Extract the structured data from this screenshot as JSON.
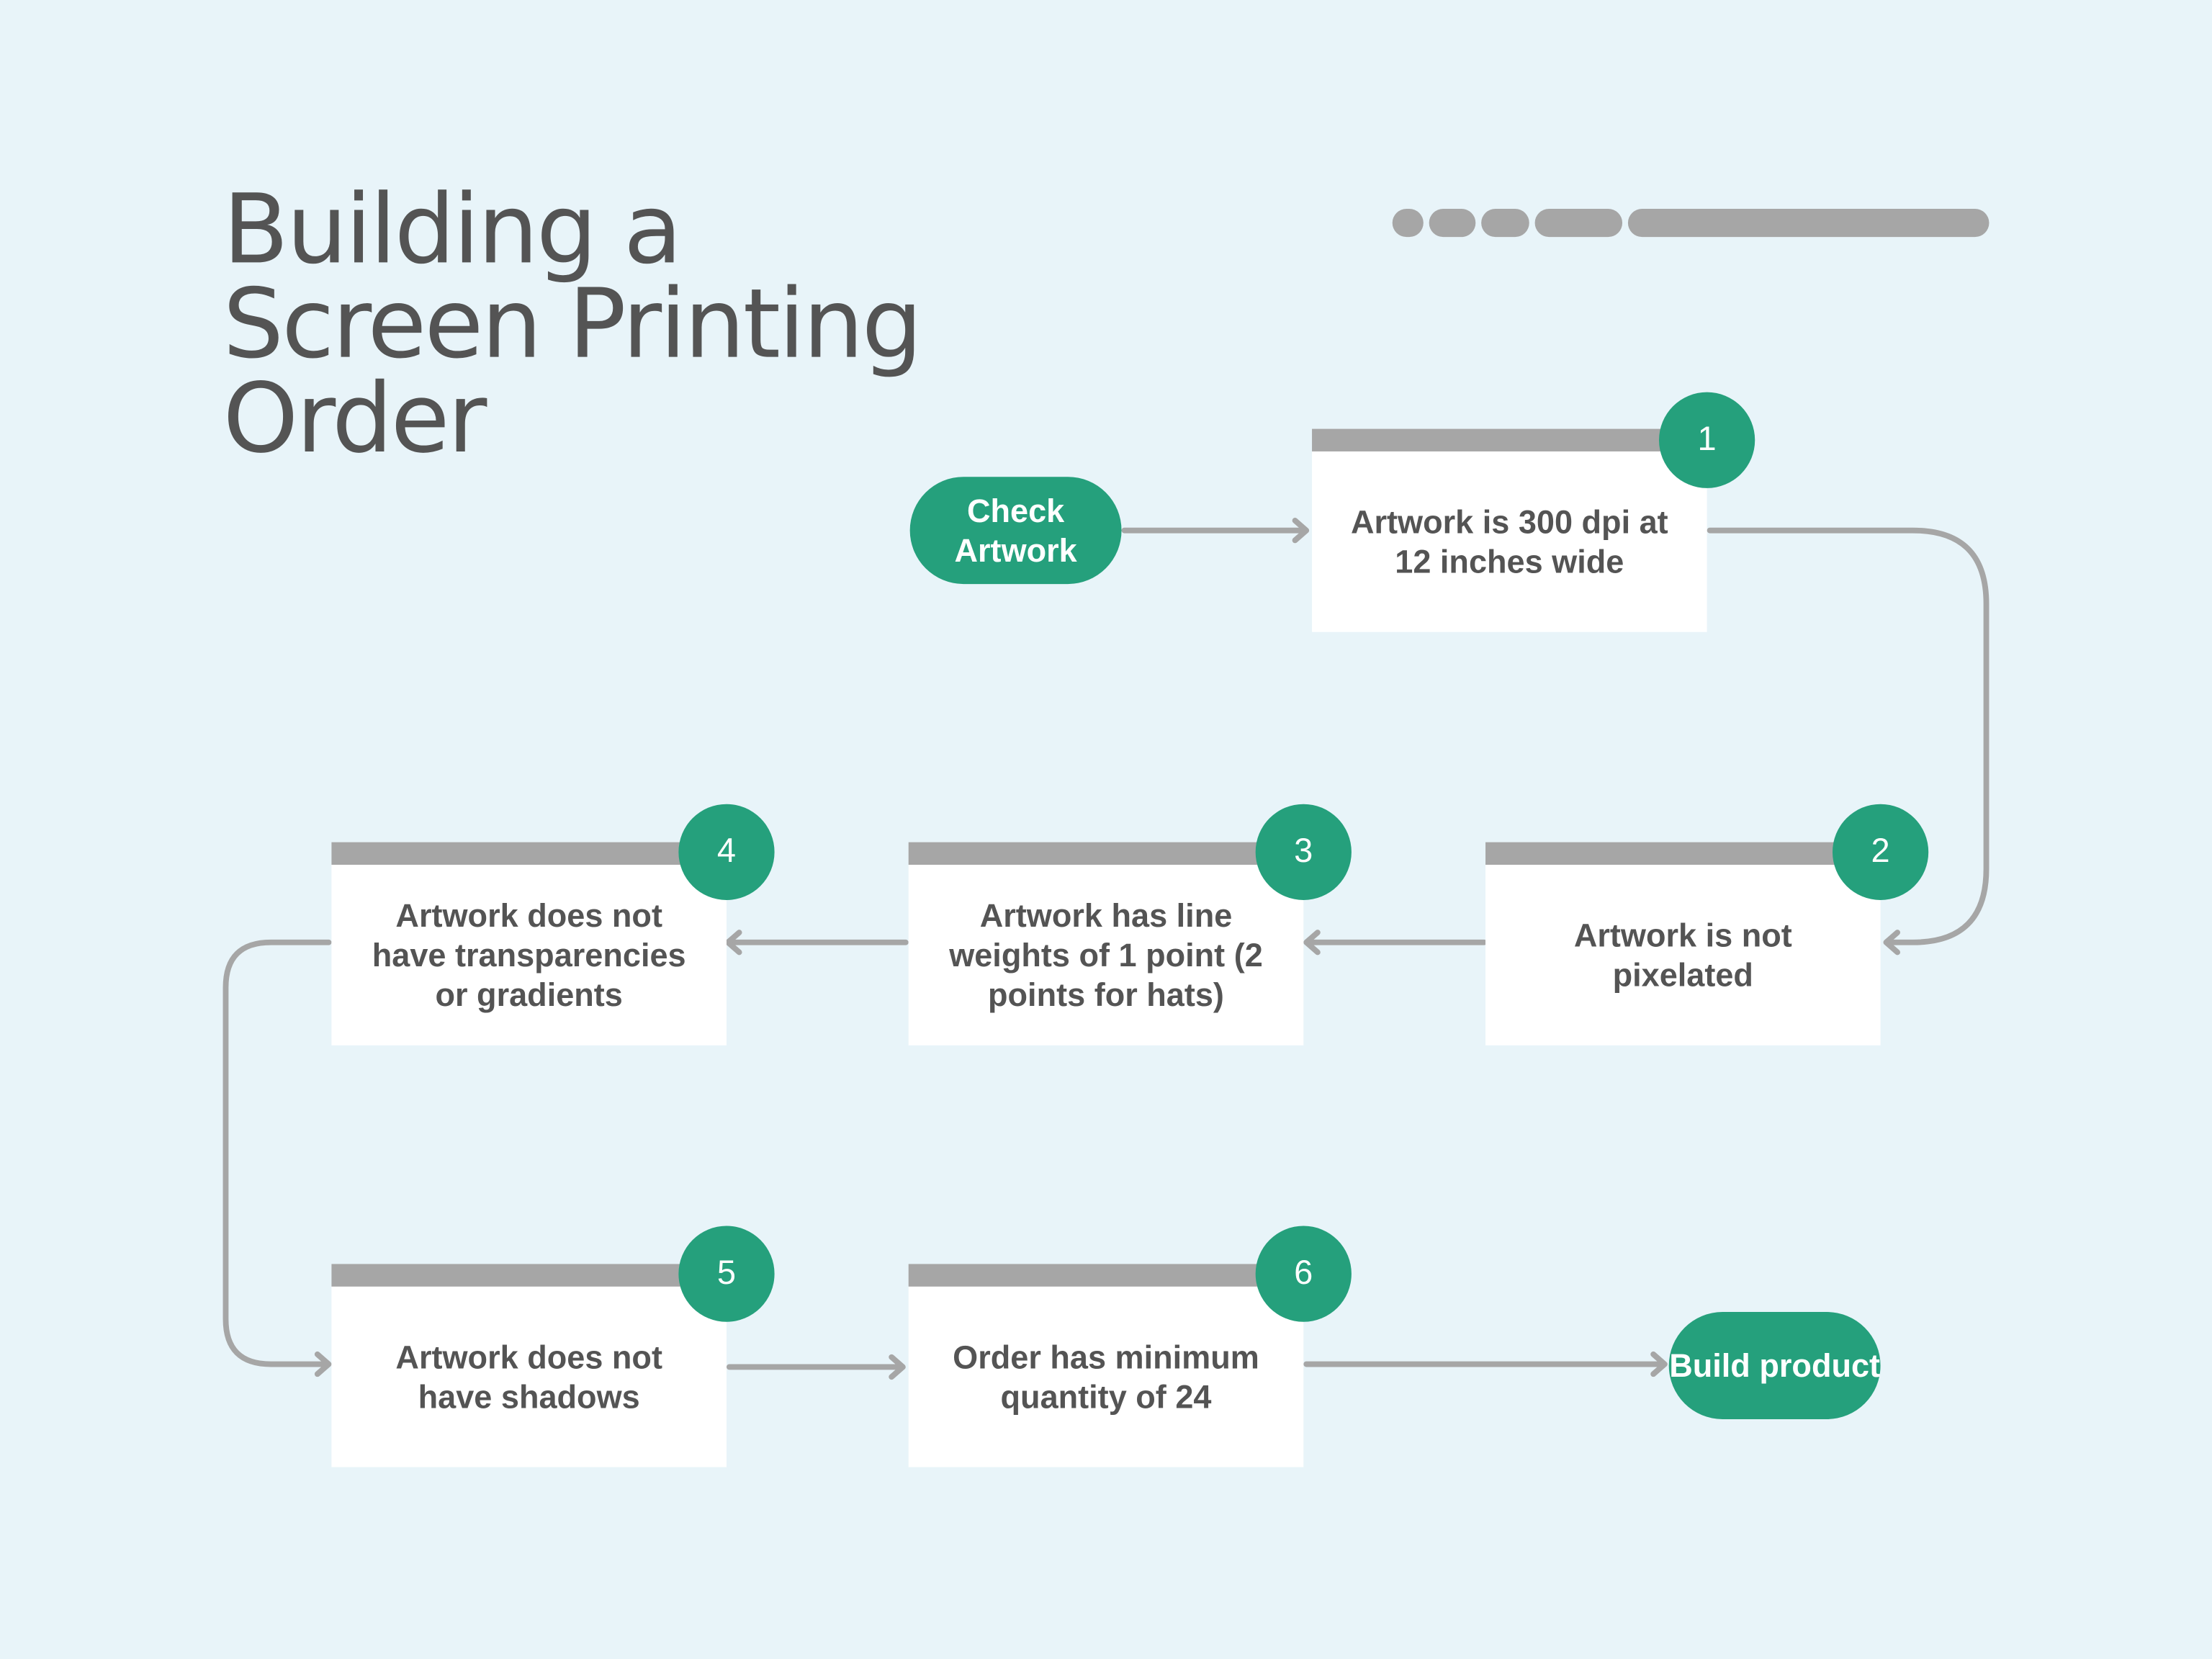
{
  "title": {
    "line1": "Building a",
    "line2": "Screen Printing",
    "line3": "Order"
  },
  "colors": {
    "background": "#e8f4f9",
    "accent": "#25a07c",
    "bar_gray": "#a6a6a6",
    "text": "#545454",
    "box": "#ffffff"
  },
  "start": {
    "label": "Check Artwork"
  },
  "end": {
    "label": "Build product"
  },
  "steps": [
    {
      "number": "1",
      "label": "Artwork is 300 dpi at 12 inches wide"
    },
    {
      "number": "2",
      "label": "Artwork is not pixelated"
    },
    {
      "number": "3",
      "label": "Artwork has line weights of 1 point (2 points for hats)"
    },
    {
      "number": "4",
      "label": "Artwork does not have transparencies or gradients"
    },
    {
      "number": "5",
      "label": "Artwork does not have shadows"
    },
    {
      "number": "6",
      "label": "Order has minimum quantity of 24"
    }
  ]
}
